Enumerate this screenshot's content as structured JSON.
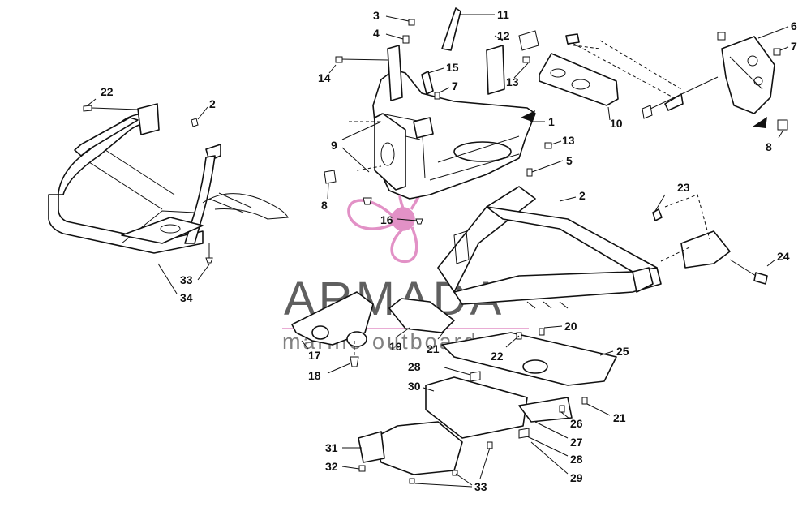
{
  "watermark": {
    "brand": "ARMADA",
    "tagline": "marine outboards",
    "logo_color": "#e291c6",
    "text_color": "#5f5f5f",
    "rule_color": "#e291c6"
  },
  "callouts": [
    {
      "id": "c1",
      "label": "1"
    },
    {
      "id": "c2a",
      "label": "2"
    },
    {
      "id": "c2b",
      "label": "2"
    },
    {
      "id": "c3",
      "label": "3"
    },
    {
      "id": "c4",
      "label": "4"
    },
    {
      "id": "c5",
      "label": "5"
    },
    {
      "id": "c6",
      "label": "6"
    },
    {
      "id": "c7a",
      "label": "7"
    },
    {
      "id": "c7b",
      "label": "7"
    },
    {
      "id": "c8a",
      "label": "8"
    },
    {
      "id": "c8b",
      "label": "8"
    },
    {
      "id": "c9",
      "label": "9"
    },
    {
      "id": "c10",
      "label": "10"
    },
    {
      "id": "c11",
      "label": "11"
    },
    {
      "id": "c12",
      "label": "12"
    },
    {
      "id": "c13a",
      "label": "13"
    },
    {
      "id": "c13b",
      "label": "13"
    },
    {
      "id": "c14",
      "label": "14"
    },
    {
      "id": "c15",
      "label": "15"
    },
    {
      "id": "c16",
      "label": "16"
    },
    {
      "id": "c17",
      "label": "17"
    },
    {
      "id": "c18",
      "label": "18"
    },
    {
      "id": "c19",
      "label": "19"
    },
    {
      "id": "c20",
      "label": "20"
    },
    {
      "id": "c21a",
      "label": "21"
    },
    {
      "id": "c21b",
      "label": "21"
    },
    {
      "id": "c22a",
      "label": "22"
    },
    {
      "id": "c22b",
      "label": "22"
    },
    {
      "id": "c23",
      "label": "23"
    },
    {
      "id": "c24",
      "label": "24"
    },
    {
      "id": "c25",
      "label": "25"
    },
    {
      "id": "c26",
      "label": "26"
    },
    {
      "id": "c27",
      "label": "27"
    },
    {
      "id": "c28a",
      "label": "28"
    },
    {
      "id": "c28b",
      "label": "28"
    },
    {
      "id": "c29",
      "label": "29"
    },
    {
      "id": "c30",
      "label": "30"
    },
    {
      "id": "c31",
      "label": "31"
    },
    {
      "id": "c32",
      "label": "32"
    },
    {
      "id": "c33a",
      "label": "33"
    },
    {
      "id": "c33b",
      "label": "33"
    },
    {
      "id": "c34",
      "label": "34"
    }
  ]
}
